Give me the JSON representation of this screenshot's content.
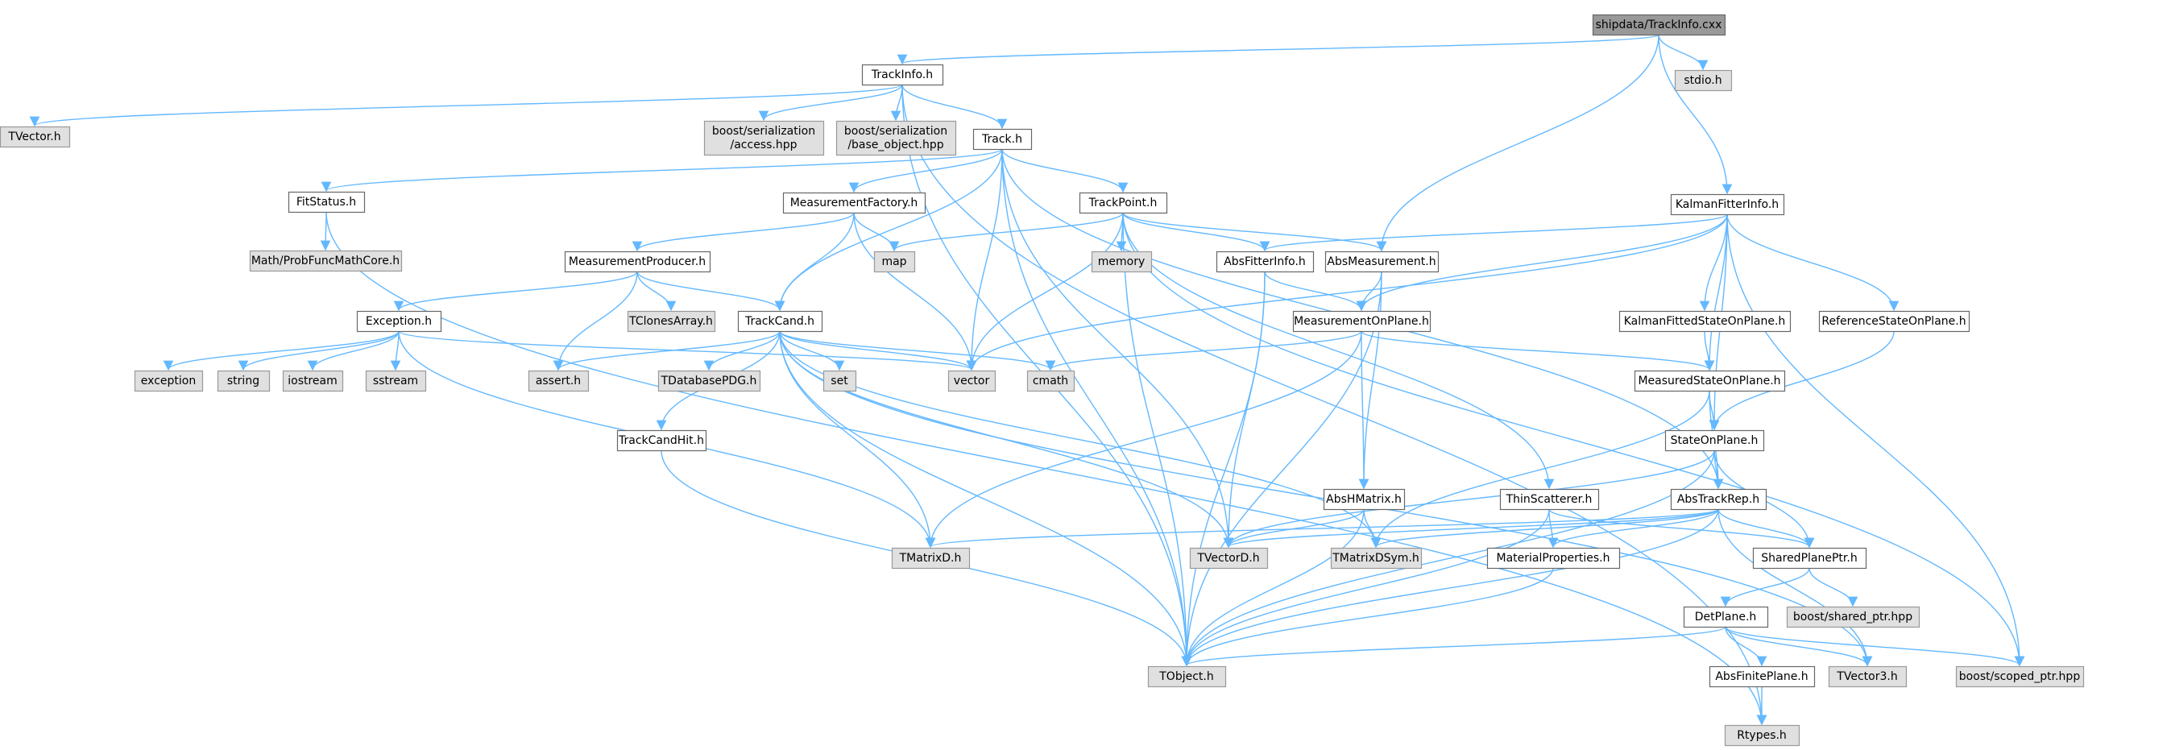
{
  "root": "shipdata/TrackInfo.cxx",
  "nodes": [
    {
      "id": "root",
      "lines": [
        "shipdata/TrackInfo.cxx"
      ],
      "kind": "root"
    },
    {
      "id": "trackinfo",
      "lines": [
        "TrackInfo.h"
      ],
      "kind": "local"
    },
    {
      "id": "stdio",
      "lines": [
        "stdio.h"
      ],
      "kind": "sys"
    },
    {
      "id": "tvector",
      "lines": [
        "TVector.h"
      ],
      "kind": "sys"
    },
    {
      "id": "boost_access",
      "lines": [
        "boost/serialization",
        "/access.hpp"
      ],
      "kind": "sys"
    },
    {
      "id": "boost_baseobj",
      "lines": [
        "boost/serialization",
        "/base_object.hpp"
      ],
      "kind": "sys"
    },
    {
      "id": "track",
      "lines": [
        "Track.h"
      ],
      "kind": "local"
    },
    {
      "id": "fitstatus",
      "lines": [
        "FitStatus.h"
      ],
      "kind": "local"
    },
    {
      "id": "probfunc",
      "lines": [
        "Math/ProbFuncMathCore.h"
      ],
      "kind": "sys"
    },
    {
      "id": "measfactory",
      "lines": [
        "MeasurementFactory.h"
      ],
      "kind": "local"
    },
    {
      "id": "trackpoint",
      "lines": [
        "TrackPoint.h"
      ],
      "kind": "local"
    },
    {
      "id": "kalmanfitterinfo",
      "lines": [
        "KalmanFitterInfo.h"
      ],
      "kind": "local"
    },
    {
      "id": "measproducer",
      "lines": [
        "MeasurementProducer.h"
      ],
      "kind": "local"
    },
    {
      "id": "map",
      "lines": [
        "map"
      ],
      "kind": "sys"
    },
    {
      "id": "memory",
      "lines": [
        "memory"
      ],
      "kind": "sys"
    },
    {
      "id": "absfitterinfo",
      "lines": [
        "AbsFitterInfo.h"
      ],
      "kind": "local"
    },
    {
      "id": "absmeasurement",
      "lines": [
        "AbsMeasurement.h"
      ],
      "kind": "local"
    },
    {
      "id": "exception",
      "lines": [
        "Exception.h"
      ],
      "kind": "local"
    },
    {
      "id": "tclonesarray",
      "lines": [
        "TClonesArray.h"
      ],
      "kind": "sys"
    },
    {
      "id": "trackcand",
      "lines": [
        "TrackCand.h"
      ],
      "kind": "local"
    },
    {
      "id": "measonplane",
      "lines": [
        "MeasurementOnPlane.h"
      ],
      "kind": "local"
    },
    {
      "id": "kalmanfitted",
      "lines": [
        "KalmanFittedStateOnPlane.h"
      ],
      "kind": "local"
    },
    {
      "id": "refstate",
      "lines": [
        "ReferenceStateOnPlane.h"
      ],
      "kind": "local"
    },
    {
      "id": "exc_std",
      "lines": [
        "exception"
      ],
      "kind": "sys"
    },
    {
      "id": "string",
      "lines": [
        "string"
      ],
      "kind": "sys"
    },
    {
      "id": "iostream",
      "lines": [
        "iostream"
      ],
      "kind": "sys"
    },
    {
      "id": "sstream",
      "lines": [
        "sstream"
      ],
      "kind": "sys"
    },
    {
      "id": "asserth",
      "lines": [
        "assert.h"
      ],
      "kind": "sys"
    },
    {
      "id": "tdatabasepdg",
      "lines": [
        "TDatabasePDG.h"
      ],
      "kind": "sys"
    },
    {
      "id": "set",
      "lines": [
        "set"
      ],
      "kind": "sys"
    },
    {
      "id": "vector",
      "lines": [
        "vector"
      ],
      "kind": "sys"
    },
    {
      "id": "cmath",
      "lines": [
        "cmath"
      ],
      "kind": "sys"
    },
    {
      "id": "measstate",
      "lines": [
        "MeasuredStateOnPlane.h"
      ],
      "kind": "local"
    },
    {
      "id": "trackcandhit",
      "lines": [
        "TrackCandHit.h"
      ],
      "kind": "local"
    },
    {
      "id": "stateonplane",
      "lines": [
        "StateOnPlane.h"
      ],
      "kind": "local"
    },
    {
      "id": "abshmatrix",
      "lines": [
        "AbsHMatrix.h"
      ],
      "kind": "local"
    },
    {
      "id": "thinscatterer",
      "lines": [
        "ThinScatterer.h"
      ],
      "kind": "local"
    },
    {
      "id": "abstrackrep",
      "lines": [
        "AbsTrackRep.h"
      ],
      "kind": "local"
    },
    {
      "id": "tmatrixd",
      "lines": [
        "TMatrixD.h"
      ],
      "kind": "sys"
    },
    {
      "id": "tvectord",
      "lines": [
        "TVectorD.h"
      ],
      "kind": "sys"
    },
    {
      "id": "tmatrixdsym",
      "lines": [
        "TMatrixDSym.h"
      ],
      "kind": "sys"
    },
    {
      "id": "matprops",
      "lines": [
        "MaterialProperties.h"
      ],
      "kind": "local"
    },
    {
      "id": "sharedplaneptr",
      "lines": [
        "SharedPlanePtr.h"
      ],
      "kind": "local"
    },
    {
      "id": "boost_shared",
      "lines": [
        "boost/shared_ptr.hpp"
      ],
      "kind": "sys"
    },
    {
      "id": "detplane",
      "lines": [
        "DetPlane.h"
      ],
      "kind": "local"
    },
    {
      "id": "tobject",
      "lines": [
        "TObject.h"
      ],
      "kind": "sys"
    },
    {
      "id": "tvector3",
      "lines": [
        "TVector3.h"
      ],
      "kind": "sys"
    },
    {
      "id": "boost_scoped",
      "lines": [
        "boost/scoped_ptr.hpp"
      ],
      "kind": "sys"
    },
    {
      "id": "absfiniteplane",
      "lines": [
        "AbsFinitePlane.h"
      ],
      "kind": "local"
    },
    {
      "id": "rtypes",
      "lines": [
        "Rtypes.h"
      ],
      "kind": "sys"
    }
  ],
  "edges": [
    [
      "root",
      "trackinfo"
    ],
    [
      "root",
      "stdio"
    ],
    [
      "root",
      "kalmanfitterinfo"
    ],
    [
      "root",
      "absmeasurement"
    ],
    [
      "trackinfo",
      "tvector"
    ],
    [
      "trackinfo",
      "boost_access"
    ],
    [
      "trackinfo",
      "boost_baseobj"
    ],
    [
      "trackinfo",
      "track"
    ],
    [
      "trackinfo",
      "tobject"
    ],
    [
      "trackinfo",
      "rtypes"
    ],
    [
      "track",
      "fitstatus"
    ],
    [
      "track",
      "measfactory"
    ],
    [
      "track",
      "trackpoint"
    ],
    [
      "track",
      "trackcand"
    ],
    [
      "track",
      "vector"
    ],
    [
      "track",
      "tvectord"
    ],
    [
      "track",
      "tobject"
    ],
    [
      "track",
      "abstrackrep"
    ],
    [
      "fitstatus",
      "probfunc"
    ],
    [
      "fitstatus",
      "rtypes"
    ],
    [
      "measfactory",
      "measproducer"
    ],
    [
      "measfactory",
      "map"
    ],
    [
      "measfactory",
      "trackcand"
    ],
    [
      "measfactory",
      "vector"
    ],
    [
      "trackpoint",
      "map"
    ],
    [
      "trackpoint",
      "memory"
    ],
    [
      "trackpoint",
      "absfitterinfo"
    ],
    [
      "trackpoint",
      "absmeasurement"
    ],
    [
      "trackpoint",
      "vector"
    ],
    [
      "trackpoint",
      "thinscatterer"
    ],
    [
      "trackpoint",
      "tobject"
    ],
    [
      "trackpoint",
      "boost_scoped"
    ],
    [
      "kalmanfitterinfo",
      "absfitterinfo"
    ],
    [
      "kalmanfitterinfo",
      "measonplane"
    ],
    [
      "kalmanfitterinfo",
      "kalmanfitted"
    ],
    [
      "kalmanfitterinfo",
      "refstate"
    ],
    [
      "kalmanfitterinfo",
      "measstate"
    ],
    [
      "kalmanfitterinfo",
      "stateonplane"
    ],
    [
      "kalmanfitterinfo",
      "vector"
    ],
    [
      "kalmanfitterinfo",
      "boost_scoped"
    ],
    [
      "measproducer",
      "exception"
    ],
    [
      "measproducer",
      "tclonesarray"
    ],
    [
      "measproducer",
      "trackcand"
    ],
    [
      "measproducer",
      "asserth"
    ],
    [
      "absfitterinfo",
      "measonplane"
    ],
    [
      "absfitterinfo",
      "tobject"
    ],
    [
      "absfitterinfo",
      "tvectord"
    ],
    [
      "absmeasurement",
      "measonplane"
    ],
    [
      "absmeasurement",
      "abshmatrix"
    ],
    [
      "absmeasurement",
      "tobject"
    ],
    [
      "exception",
      "exc_std"
    ],
    [
      "exception",
      "string"
    ],
    [
      "exception",
      "iostream"
    ],
    [
      "exception",
      "sstream"
    ],
    [
      "exception",
      "vector"
    ],
    [
      "exception",
      "tmatrixd"
    ],
    [
      "trackcand",
      "trackcandhit"
    ],
    [
      "trackcand",
      "asserth"
    ],
    [
      "trackcand",
      "tdatabasepdg"
    ],
    [
      "trackcand",
      "set"
    ],
    [
      "trackcand",
      "vector"
    ],
    [
      "trackcand",
      "cmath"
    ],
    [
      "trackcand",
      "tmatrixd"
    ],
    [
      "trackcand",
      "tvectord"
    ],
    [
      "trackcand",
      "tmatrixdsym"
    ],
    [
      "trackcand",
      "tobject"
    ],
    [
      "trackcand",
      "tvector3"
    ],
    [
      "measonplane",
      "measstate"
    ],
    [
      "measonplane",
      "abshmatrix"
    ],
    [
      "measonplane",
      "cmath"
    ],
    [
      "measonplane",
      "tmatrixd"
    ],
    [
      "kalmanfitted",
      "measstate"
    ],
    [
      "refstate",
      "stateonplane"
    ],
    [
      "measstate",
      "stateonplane"
    ],
    [
      "measstate",
      "abstrackrep"
    ],
    [
      "measstate",
      "tmatrixdsym"
    ],
    [
      "trackcandhit",
      "tobject"
    ],
    [
      "stateonplane",
      "abstrackrep"
    ],
    [
      "stateonplane",
      "sharedplaneptr"
    ],
    [
      "stateonplane",
      "tvectord"
    ],
    [
      "stateonplane",
      "tobject"
    ],
    [
      "abshmatrix",
      "tvectord"
    ],
    [
      "abshmatrix",
      "tmatrixdsym"
    ],
    [
      "abshmatrix",
      "tobject"
    ],
    [
      "thinscatterer",
      "matprops"
    ],
    [
      "thinscatterer",
      "sharedplaneptr"
    ],
    [
      "thinscatterer",
      "tobject"
    ],
    [
      "abstrackrep",
      "tmatrixd"
    ],
    [
      "abstrackrep",
      "tvectord"
    ],
    [
      "abstrackrep",
      "tmatrixdsym"
    ],
    [
      "abstrackrep",
      "matprops"
    ],
    [
      "abstrackrep",
      "sharedplaneptr"
    ],
    [
      "abstrackrep",
      "tvector3"
    ],
    [
      "abstrackrep",
      "tobject"
    ],
    [
      "matprops",
      "tobject"
    ],
    [
      "sharedplaneptr",
      "boost_shared"
    ],
    [
      "sharedplaneptr",
      "detplane"
    ],
    [
      "detplane",
      "tobject"
    ],
    [
      "detplane",
      "tvector3"
    ],
    [
      "detplane",
      "boost_scoped"
    ],
    [
      "detplane",
      "absfiniteplane"
    ],
    [
      "absfiniteplane",
      "rtypes"
    ]
  ]
}
